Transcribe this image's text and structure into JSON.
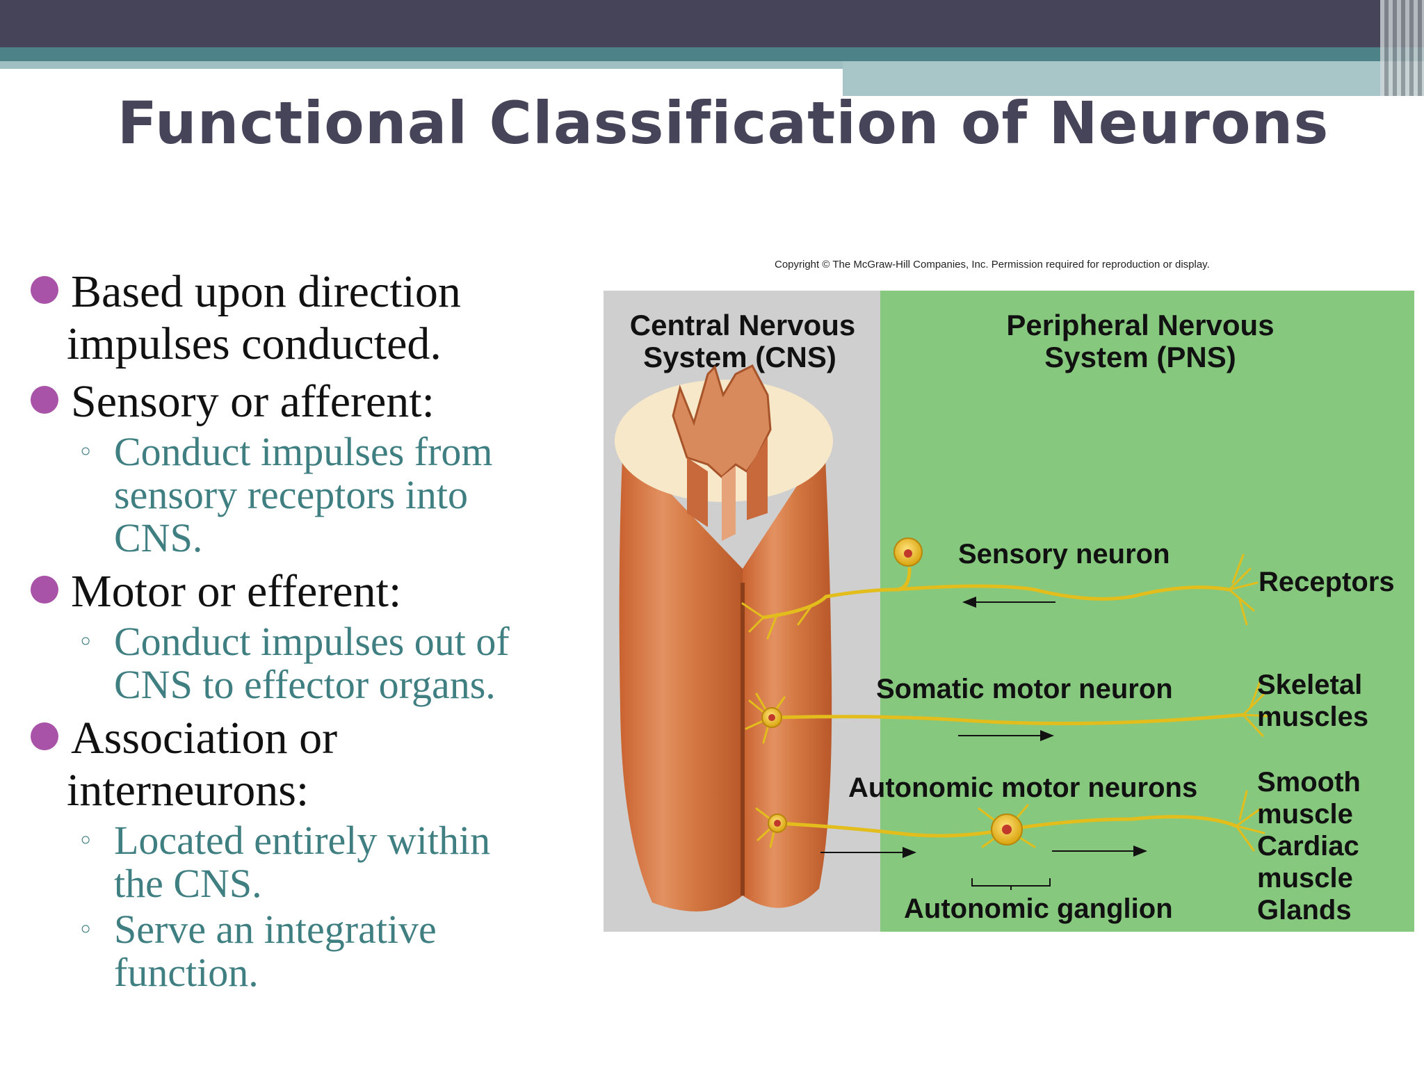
{
  "slide": {
    "title": "Functional Classification of Neurons",
    "bullets": [
      {
        "text": [
          "Based upon direction",
          "impulses conducted."
        ],
        "sub": []
      },
      {
        "text": [
          "Sensory or afferent:"
        ],
        "sub": [
          {
            "text": [
              "Conduct impulses from",
              "sensory receptors into",
              "CNS."
            ]
          }
        ]
      },
      {
        "text": [
          "Motor or efferent:"
        ],
        "sub": [
          {
            "text": [
              "Conduct impulses out of",
              "CNS to effector organs."
            ]
          }
        ]
      },
      {
        "text": [
          "Association or",
          "interneurons:"
        ],
        "sub": [
          {
            "text": [
              "Located entirely within",
              "the CNS."
            ]
          },
          {
            "text": [
              "Serve an integrative",
              "function."
            ]
          }
        ]
      }
    ]
  },
  "figure": {
    "copyright": "Copyright © The McGraw-Hill Companies, Inc. Permission required for reproduction or display.",
    "cns_label": [
      "Central Nervous",
      "System (CNS)"
    ],
    "pns_label": [
      "Peripheral Nervous",
      "System (PNS)"
    ],
    "sensory_neuron": "Sensory neuron",
    "receptors": "Receptors",
    "somatic_motor_neuron": "Somatic motor neuron",
    "skeletal_muscles": [
      "Skeletal",
      "muscles"
    ],
    "autonomic_motor_neurons": "Autonomic motor neurons",
    "effectors": [
      "Smooth",
      "muscle",
      "Cardiac",
      "muscle",
      "Glands"
    ],
    "autonomic_ganglion": "Autonomic ganglion",
    "colors": {
      "cns_bg": "#cfcfcf",
      "pns_bg": "#86c97e",
      "spinal_cord": "#d77b45",
      "white_matter": "#f6e8c8",
      "neuron": "#e2bd1c",
      "bullet_dot": "#a852a8",
      "sub_text": "#3f7f82",
      "title": "#454459"
    }
  }
}
